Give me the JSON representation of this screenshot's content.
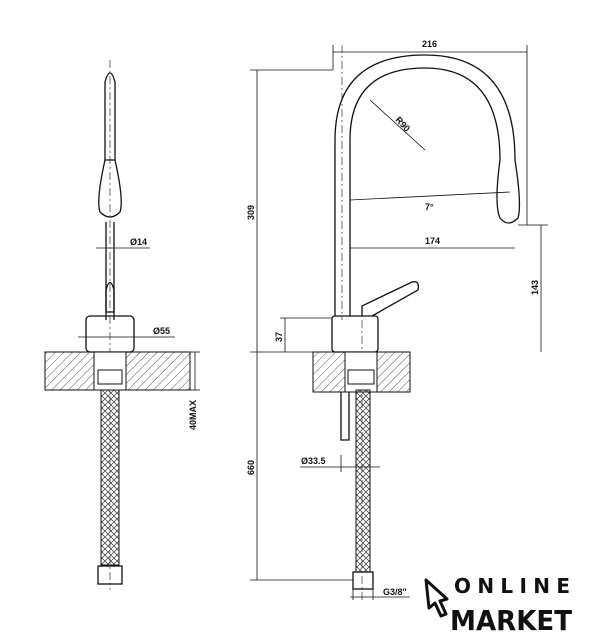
{
  "dimensions": {
    "width_total": "216",
    "radius": "R90",
    "angle": "7°",
    "reach": "174",
    "spout_height": "143",
    "total_height": "309",
    "body_height": "37",
    "hose_length": "660",
    "spout_diameter": "Ø14",
    "body_diameter": "Ø55",
    "counter_max": "40MAX",
    "hole_diameter": "Ø33.5",
    "connection": "G3/8\""
  },
  "logo": {
    "line1": "ONLINE",
    "line2": "MARKET"
  }
}
